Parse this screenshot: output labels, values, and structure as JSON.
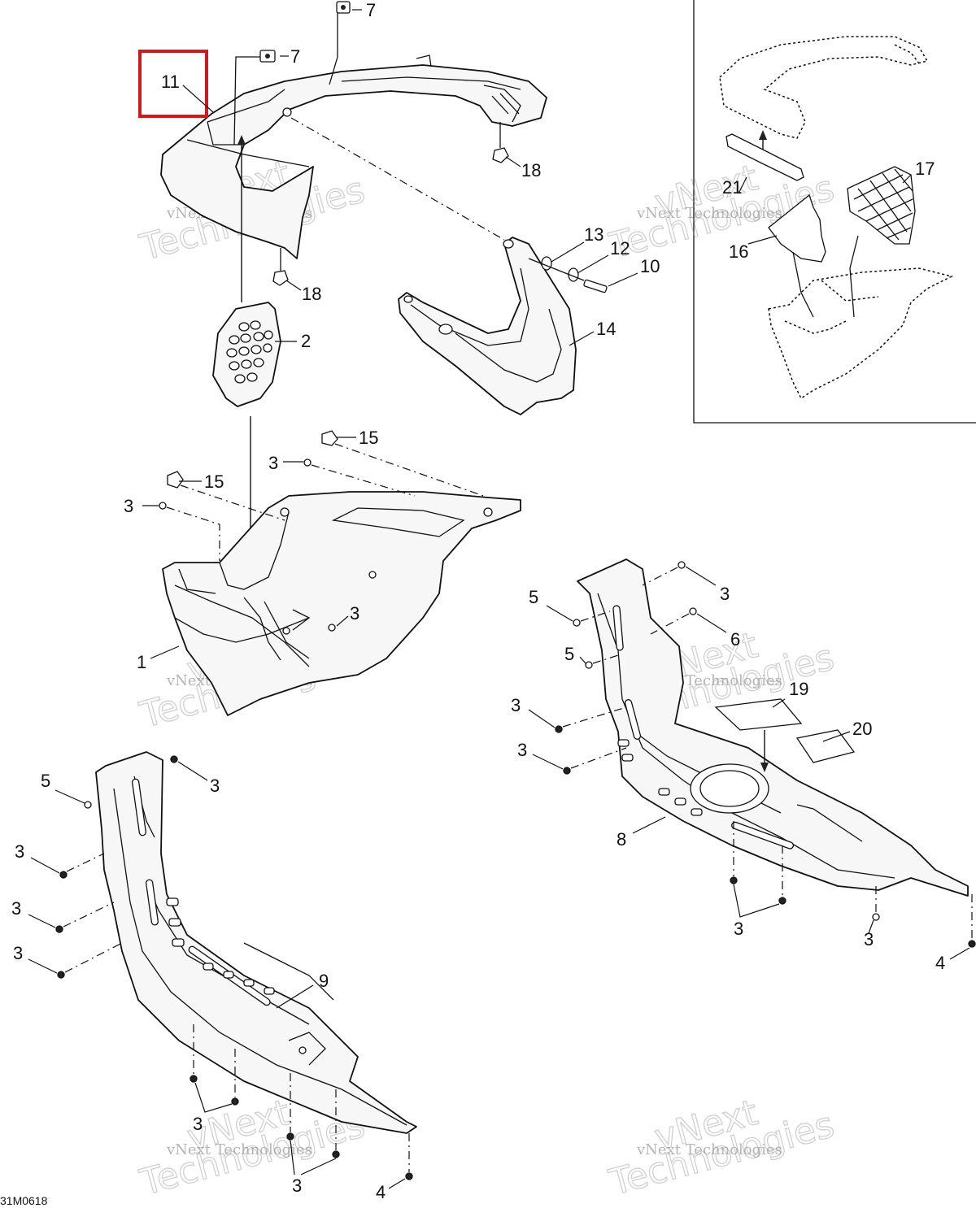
{
  "drawing_number": "31M0618",
  "watermark": {
    "line1": "vNext Technologies",
    "line2": "vNext",
    "line3": "Technologies"
  },
  "highlight_color": "#d0191c",
  "callouts": {
    "c1": "1",
    "c2": "2",
    "c3": "3",
    "c4": "4",
    "c5": "5",
    "c6": "6",
    "c7": "7",
    "c8": "8",
    "c9": "9",
    "c10": "10",
    "c11": "11",
    "c12": "12",
    "c13": "13",
    "c14": "14",
    "c15": "15",
    "c16": "16",
    "c17": "17",
    "c18": "18",
    "c19": "19",
    "c20": "20",
    "c21": "21"
  }
}
